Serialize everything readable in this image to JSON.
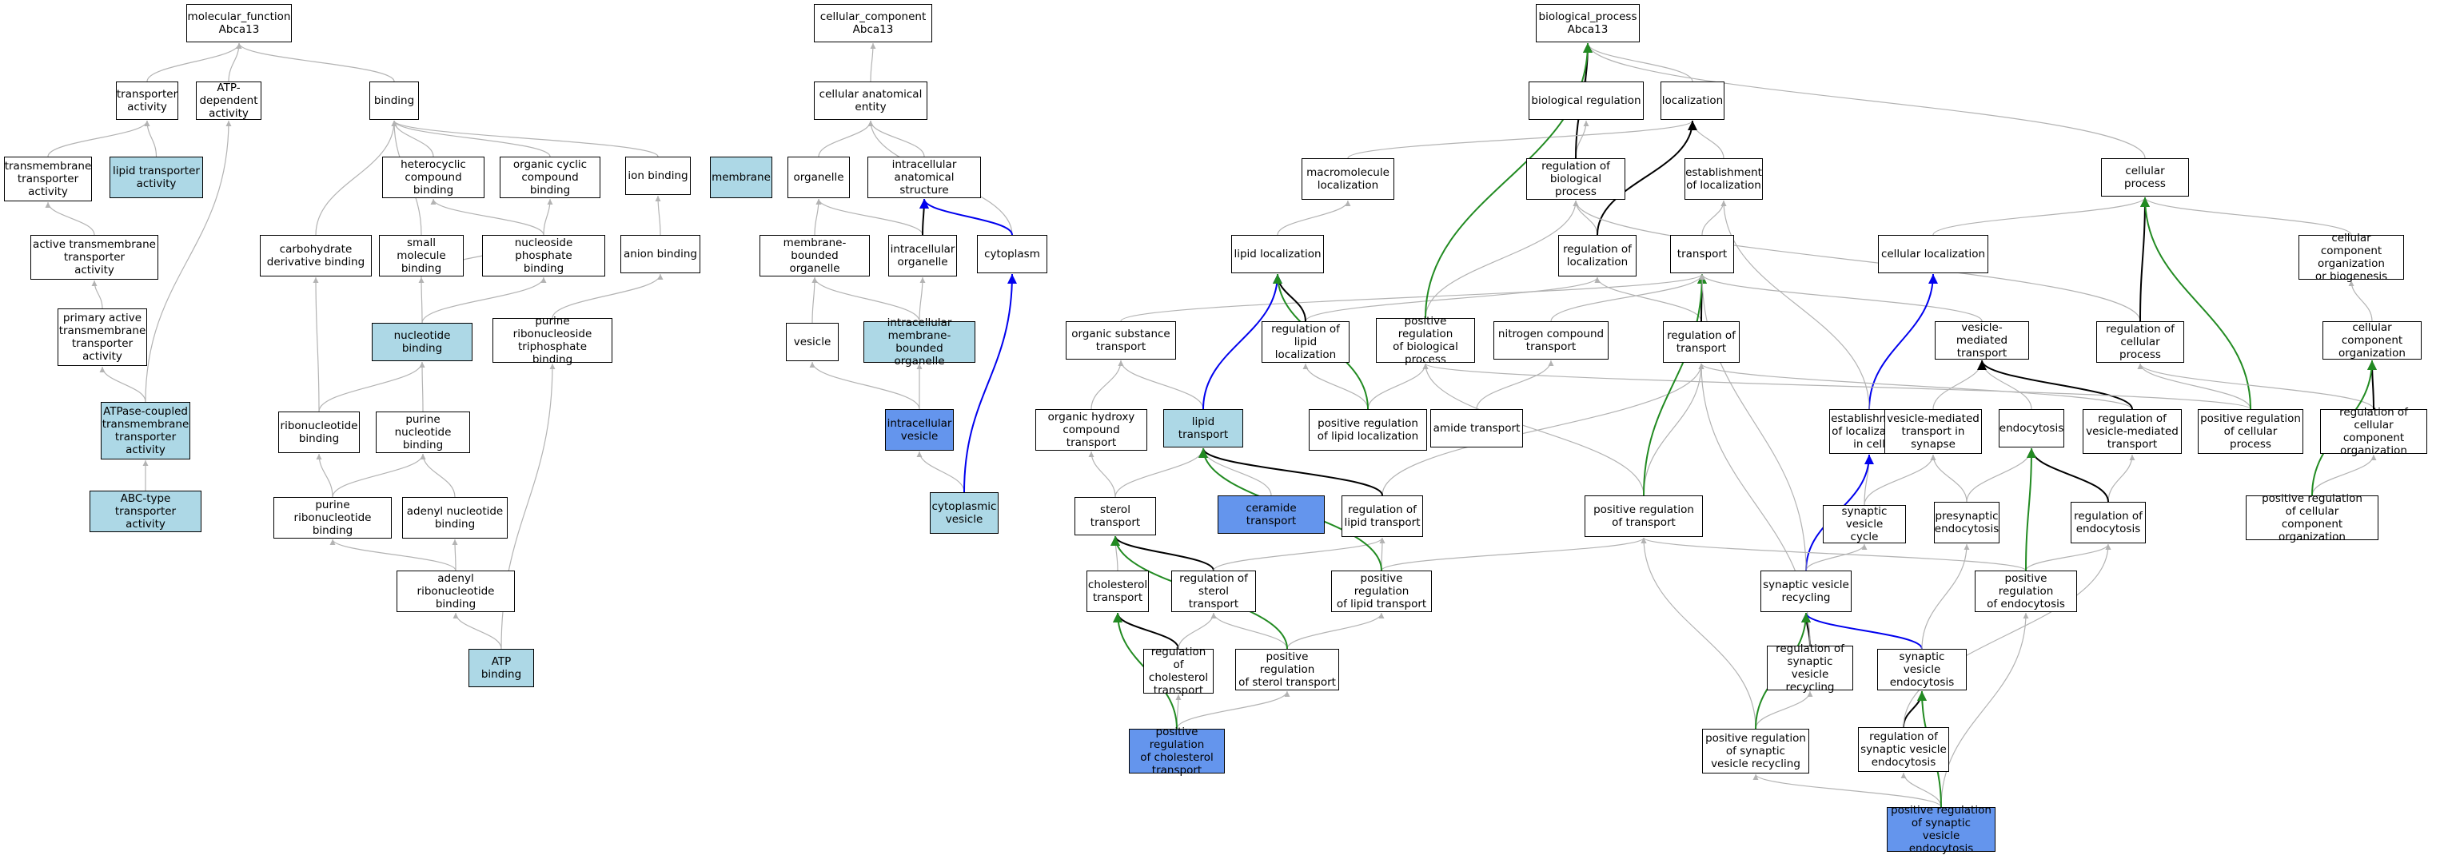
{
  "colors": {
    "plain": "#ffffff",
    "light": "#add8e6",
    "highlight": "#6495ed",
    "is_a_edge": "#b3b3b3",
    "part_of_edge": "#000000",
    "regulates_edge": "#000000",
    "positively_regulates_edge": "#228b22",
    "occurs_in_edge": "#0000ee"
  },
  "nodes": [
    {
      "id": "mf",
      "label": "molecular_function\nAbca13",
      "style": "plain"
    },
    {
      "id": "trans_act",
      "label": "transporter\nactivity",
      "style": "plain"
    },
    {
      "id": "atp_dep",
      "label": "ATP-dependent\nactivity",
      "style": "plain"
    },
    {
      "id": "binding",
      "label": "binding",
      "style": "plain"
    },
    {
      "id": "tm_trans",
      "label": "transmembrane\ntransporter\nactivity",
      "style": "plain"
    },
    {
      "id": "lipid_trans_act",
      "label": "lipid transporter\nactivity",
      "style": "light"
    },
    {
      "id": "hetero",
      "label": "heterocyclic\ncompound binding",
      "style": "plain"
    },
    {
      "id": "organic_cyc",
      "label": "organic cyclic\ncompound binding",
      "style": "plain"
    },
    {
      "id": "ion_binding",
      "label": "ion binding",
      "style": "plain"
    },
    {
      "id": "active_tm",
      "label": "active transmembrane\ntransporter\nactivity",
      "style": "plain"
    },
    {
      "id": "carb",
      "label": "carbohydrate\nderivative binding",
      "style": "plain"
    },
    {
      "id": "small_mol",
      "label": "small molecule\nbinding",
      "style": "plain"
    },
    {
      "id": "nuc_phos",
      "label": "nucleoside phosphate\nbinding",
      "style": "plain"
    },
    {
      "id": "anion",
      "label": "anion binding",
      "style": "plain"
    },
    {
      "id": "primary_active",
      "label": "primary active\ntransmembrane\ntransporter\nactivity",
      "style": "plain"
    },
    {
      "id": "nucleotide",
      "label": "nucleotide binding",
      "style": "light"
    },
    {
      "id": "purine_rtp",
      "label": "purine ribonucleoside\ntriphosphate\nbinding",
      "style": "plain"
    },
    {
      "id": "atpase_coupled",
      "label": "ATPase-coupled\ntransmembrane\ntransporter\nactivity",
      "style": "light"
    },
    {
      "id": "ribonucleotide",
      "label": "ribonucleotide\nbinding",
      "style": "plain"
    },
    {
      "id": "purine_nuc",
      "label": "purine nucleotide\nbinding",
      "style": "plain"
    },
    {
      "id": "abc",
      "label": "ABC-type transporter\nactivity",
      "style": "light"
    },
    {
      "id": "purine_ribo",
      "label": "purine ribonucleotide\nbinding",
      "style": "plain"
    },
    {
      "id": "adenyl_nuc",
      "label": "adenyl nucleotide\nbinding",
      "style": "plain"
    },
    {
      "id": "adenyl_ribo",
      "label": "adenyl ribonucleotide\nbinding",
      "style": "plain"
    },
    {
      "id": "atp_binding",
      "label": "ATP binding",
      "style": "light"
    },
    {
      "id": "cc",
      "label": "cellular_component\nAbca13",
      "style": "plain"
    },
    {
      "id": "cae",
      "label": "cellular anatomical\nentity",
      "style": "plain"
    },
    {
      "id": "membrane",
      "label": "membrane",
      "style": "light"
    },
    {
      "id": "organelle",
      "label": "organelle",
      "style": "plain"
    },
    {
      "id": "ias",
      "label": "intracellular\nanatomical structure",
      "style": "plain"
    },
    {
      "id": "mbo",
      "label": "membrane-bounded\norganelle",
      "style": "plain"
    },
    {
      "id": "intra_org",
      "label": "intracellular\norganelle",
      "style": "plain"
    },
    {
      "id": "cytoplasm",
      "label": "cytoplasm",
      "style": "plain"
    },
    {
      "id": "vesicle",
      "label": "vesicle",
      "style": "plain"
    },
    {
      "id": "imbo",
      "label": "intracellular\nmembrane-bounded\norganelle",
      "style": "light"
    },
    {
      "id": "intra_ves",
      "label": "intracellular\nvesicle",
      "style": "blue"
    },
    {
      "id": "cyto_ves",
      "label": "cytoplasmic\nvesicle",
      "style": "light"
    },
    {
      "id": "bp",
      "label": "biological_process\nAbca13",
      "style": "plain"
    },
    {
      "id": "bio_reg",
      "label": "biological regulation",
      "style": "plain"
    },
    {
      "id": "localization",
      "label": "localization",
      "style": "plain"
    },
    {
      "id": "macro_loc",
      "label": "macromolecule\nlocalization",
      "style": "plain"
    },
    {
      "id": "reg_bp",
      "label": "regulation of\nbiological process",
      "style": "plain"
    },
    {
      "id": "est_loc",
      "label": "establishment\nof localization",
      "style": "plain"
    },
    {
      "id": "cell_proc",
      "label": "cellular process",
      "style": "plain"
    },
    {
      "id": "lipid_loc",
      "label": "lipid localization",
      "style": "plain"
    },
    {
      "id": "reg_loc",
      "label": "regulation of\nlocalization",
      "style": "plain"
    },
    {
      "id": "transport",
      "label": "transport",
      "style": "plain"
    },
    {
      "id": "cell_loc",
      "label": "cellular localization",
      "style": "plain"
    },
    {
      "id": "ccob",
      "label": "cellular component\norganization\nor biogenesis",
      "style": "plain"
    },
    {
      "id": "org_sub",
      "label": "organic substance\ntransport",
      "style": "plain"
    },
    {
      "id": "reg_lipid_loc",
      "label": "regulation of\nlipid localization",
      "style": "plain"
    },
    {
      "id": "pos_reg_bp",
      "label": "positive regulation\nof biological\nprocess",
      "style": "plain"
    },
    {
      "id": "nitrogen",
      "label": "nitrogen compound\ntransport",
      "style": "plain"
    },
    {
      "id": "reg_transport",
      "label": "regulation of\ntransport",
      "style": "plain"
    },
    {
      "id": "ves_med",
      "label": "vesicle-mediated\ntransport",
      "style": "plain"
    },
    {
      "id": "reg_cell_proc",
      "label": "regulation of\ncellular process",
      "style": "plain"
    },
    {
      "id": "cco",
      "label": "cellular component\norganization",
      "style": "plain"
    },
    {
      "id": "org_hydroxy",
      "label": "organic hydroxy\ncompound transport",
      "style": "plain"
    },
    {
      "id": "lipid_transport",
      "label": "lipid transport",
      "style": "light"
    },
    {
      "id": "pos_reg_lipid_loc",
      "label": "positive regulation\nof lipid localization",
      "style": "plain"
    },
    {
      "id": "amide",
      "label": "amide transport",
      "style": "plain"
    },
    {
      "id": "est_loc_cell",
      "label": "establishment\nof localization\nin cell",
      "style": "plain"
    },
    {
      "id": "ves_syn",
      "label": "vesicle-mediated\ntransport in\nsynapse",
      "style": "plain"
    },
    {
      "id": "endocytosis",
      "label": "endocytosis",
      "style": "plain"
    },
    {
      "id": "reg_ves_med",
      "label": "regulation of\nvesicle-mediated\ntransport",
      "style": "plain"
    },
    {
      "id": "pos_reg_cell_proc",
      "label": "positive regulation\nof cellular\nprocess",
      "style": "plain"
    },
    {
      "id": "reg_cco",
      "label": "regulation of\ncellular component\norganization",
      "style": "plain"
    },
    {
      "id": "sterol_transport",
      "label": "sterol transport",
      "style": "plain"
    },
    {
      "id": "ceramide",
      "label": "ceramide transport",
      "style": "blue"
    },
    {
      "id": "reg_lipid_transport",
      "label": "regulation of\nlipid transport",
      "style": "plain"
    },
    {
      "id": "pos_reg_transport",
      "label": "positive regulation\nof transport",
      "style": "plain"
    },
    {
      "id": "syn_ves_cycle",
      "label": "synaptic vesicle\ncycle",
      "style": "plain"
    },
    {
      "id": "presyn_endo",
      "label": "presynaptic\nendocytosis",
      "style": "plain"
    },
    {
      "id": "reg_endo",
      "label": "regulation of\nendocytosis",
      "style": "plain"
    },
    {
      "id": "pos_reg_cco",
      "label": "positive regulation\nof cellular\ncomponent organization",
      "style": "plain"
    },
    {
      "id": "cholesterol",
      "label": "cholesterol\ntransport",
      "style": "plain"
    },
    {
      "id": "reg_sterol",
      "label": "regulation of\nsterol transport",
      "style": "plain"
    },
    {
      "id": "pos_reg_lipid_transport",
      "label": "positive regulation\nof lipid transport",
      "style": "plain"
    },
    {
      "id": "syn_ves_recycling",
      "label": "synaptic vesicle\nrecycling",
      "style": "plain"
    },
    {
      "id": "pos_reg_endo",
      "label": "positive regulation\nof endocytosis",
      "style": "plain"
    },
    {
      "id": "reg_chol",
      "label": "regulation of\ncholesterol\ntransport",
      "style": "plain"
    },
    {
      "id": "pos_reg_sterol",
      "label": "positive regulation\nof sterol transport",
      "style": "plain"
    },
    {
      "id": "reg_svr",
      "label": "regulation of\nsynaptic vesicle\nrecycling",
      "style": "plain"
    },
    {
      "id": "sve",
      "label": "synaptic vesicle\nendocytosis",
      "style": "plain"
    },
    {
      "id": "pos_reg_chol",
      "label": "positive regulation\nof cholesterol\ntransport",
      "style": "blue"
    },
    {
      "id": "pos_reg_svr",
      "label": "positive regulation\nof synaptic\nvesicle recycling",
      "style": "plain"
    },
    {
      "id": "reg_sve",
      "label": "regulation of\nsynaptic vesicle\nendocytosis",
      "style": "plain"
    },
    {
      "id": "pos_reg_sve",
      "label": "positive regulation\nof synaptic\nvesicle endocytosis",
      "style": "blue"
    }
  ],
  "edges": [
    [
      "trans_act",
      "mf",
      "is_a"
    ],
    [
      "atp_dep",
      "mf",
      "is_a"
    ],
    [
      "binding",
      "mf",
      "is_a"
    ],
    [
      "tm_trans",
      "trans_act",
      "is_a"
    ],
    [
      "lipid_trans_act",
      "trans_act",
      "is_a"
    ],
    [
      "active_tm",
      "tm_trans",
      "is_a"
    ],
    [
      "primary_active",
      "active_tm",
      "is_a"
    ],
    [
      "atpase_coupled",
      "primary_active",
      "is_a"
    ],
    [
      "atpase_coupled",
      "atp_dep",
      "is_a"
    ],
    [
      "abc",
      "atpase_coupled",
      "is_a"
    ],
    [
      "hetero",
      "binding",
      "is_a"
    ],
    [
      "organic_cyc",
      "binding",
      "is_a"
    ],
    [
      "ion_binding",
      "binding",
      "is_a"
    ],
    [
      "carb",
      "binding",
      "is_a"
    ],
    [
      "small_mol",
      "binding",
      "is_a"
    ],
    [
      "nuc_phos",
      "hetero",
      "is_a"
    ],
    [
      "nuc_phos",
      "organic_cyc",
      "is_a"
    ],
    [
      "nuc_phos",
      "small_mol",
      "is_a"
    ],
    [
      "anion",
      "ion_binding",
      "is_a"
    ],
    [
      "nucleotide",
      "nuc_phos",
      "is_a"
    ],
    [
      "nucleotide",
      "small_mol",
      "is_a"
    ],
    [
      "purine_rtp",
      "anion",
      "is_a"
    ],
    [
      "ribonucleotide",
      "carb",
      "is_a"
    ],
    [
      "ribonucleotide",
      "nucleotide",
      "is_a"
    ],
    [
      "purine_nuc",
      "nucleotide",
      "is_a"
    ],
    [
      "purine_ribo",
      "ribonucleotide",
      "is_a"
    ],
    [
      "purine_ribo",
      "purine_nuc",
      "is_a"
    ],
    [
      "adenyl_nuc",
      "purine_nuc",
      "is_a"
    ],
    [
      "adenyl_ribo",
      "purine_ribo",
      "is_a"
    ],
    [
      "adenyl_ribo",
      "adenyl_nuc",
      "is_a"
    ],
    [
      "atp_binding",
      "adenyl_ribo",
      "is_a"
    ],
    [
      "atp_binding",
      "purine_rtp",
      "is_a"
    ],
    [
      "cae",
      "cc",
      "is_a"
    ],
    [
      "organelle",
      "cae",
      "is_a"
    ],
    [
      "ias",
      "cae",
      "is_a"
    ],
    [
      "cytoplasm",
      "cae",
      "is_a"
    ],
    [
      "mbo",
      "organelle",
      "is_a"
    ],
    [
      "intra_org",
      "organelle",
      "is_a"
    ],
    [
      "intra_org",
      "ias",
      "part_of"
    ],
    [
      "cytoplasm",
      "ias",
      "occurs_in"
    ],
    [
      "vesicle",
      "mbo",
      "is_a"
    ],
    [
      "imbo",
      "mbo",
      "is_a"
    ],
    [
      "imbo",
      "intra_org",
      "is_a"
    ],
    [
      "intra_ves",
      "vesicle",
      "is_a"
    ],
    [
      "intra_ves",
      "imbo",
      "is_a"
    ],
    [
      "cyto_ves",
      "intra_ves",
      "is_a"
    ],
    [
      "cyto_ves",
      "cytoplasm",
      "occurs_in"
    ],
    [
      "bio_reg",
      "bp",
      "is_a"
    ],
    [
      "localization",
      "bp",
      "is_a"
    ],
    [
      "cell_proc",
      "bp",
      "is_a"
    ],
    [
      "reg_bp",
      "bio_reg",
      "is_a"
    ],
    [
      "reg_bp",
      "bp",
      "regulates"
    ],
    [
      "macro_loc",
      "localization",
      "is_a"
    ],
    [
      "est_loc",
      "localization",
      "is_a"
    ],
    [
      "lipid_loc",
      "macro_loc",
      "is_a"
    ],
    [
      "reg_loc",
      "reg_bp",
      "is_a"
    ],
    [
      "reg_loc",
      "localization",
      "regulates"
    ],
    [
      "transport",
      "est_loc",
      "is_a"
    ],
    [
      "cell_loc",
      "cell_proc",
      "is_a"
    ],
    [
      "ccob",
      "cell_proc",
      "is_a"
    ],
    [
      "org_sub",
      "transport",
      "is_a"
    ],
    [
      "reg_lipid_loc",
      "reg_loc",
      "is_a"
    ],
    [
      "reg_lipid_loc",
      "lipid_loc",
      "regulates"
    ],
    [
      "pos_reg_bp",
      "reg_bp",
      "is_a"
    ],
    [
      "pos_reg_bp",
      "bp",
      "pos_reg"
    ],
    [
      "nitrogen",
      "transport",
      "is_a"
    ],
    [
      "reg_transport",
      "reg_loc",
      "is_a"
    ],
    [
      "reg_transport",
      "transport",
      "regulates"
    ],
    [
      "ves_med",
      "transport",
      "is_a"
    ],
    [
      "reg_cell_proc",
      "reg_bp",
      "is_a"
    ],
    [
      "reg_cell_proc",
      "cell_proc",
      "regulates"
    ],
    [
      "cco",
      "ccob",
      "is_a"
    ],
    [
      "org_hydroxy",
      "org_sub",
      "is_a"
    ],
    [
      "lipid_transport",
      "org_sub",
      "is_a"
    ],
    [
      "lipid_transport",
      "lipid_loc",
      "occurs_in"
    ],
    [
      "pos_reg_lipid_loc",
      "reg_lipid_loc",
      "is_a"
    ],
    [
      "pos_reg_lipid_loc",
      "pos_reg_bp",
      "is_a"
    ],
    [
      "pos_reg_lipid_loc",
      "lipid_loc",
      "pos_reg"
    ],
    [
      "amide",
      "nitrogen",
      "is_a"
    ],
    [
      "est_loc_cell",
      "cell_loc",
      "occurs_in"
    ],
    [
      "est_loc_cell",
      "est_loc",
      "is_a"
    ],
    [
      "ves_syn",
      "ves_med",
      "is_a"
    ],
    [
      "endocytosis",
      "ves_med",
      "is_a"
    ],
    [
      "reg_ves_med",
      "reg_transport",
      "is_a"
    ],
    [
      "reg_ves_med",
      "ves_med",
      "regulates"
    ],
    [
      "pos_reg_cell_proc",
      "reg_cell_proc",
      "is_a"
    ],
    [
      "pos_reg_cell_proc",
      "pos_reg_bp",
      "is_a"
    ],
    [
      "pos_reg_cell_proc",
      "cell_proc",
      "pos_reg"
    ],
    [
      "reg_cco",
      "reg_cell_proc",
      "is_a"
    ],
    [
      "reg_cco",
      "cco",
      "regulates"
    ],
    [
      "sterol_transport",
      "org_hydroxy",
      "is_a"
    ],
    [
      "sterol_transport",
      "lipid_transport",
      "is_a"
    ],
    [
      "ceramide",
      "lipid_transport",
      "is_a"
    ],
    [
      "reg_lipid_transport",
      "reg_transport",
      "is_a"
    ],
    [
      "reg_lipid_transport",
      "lipid_transport",
      "regulates"
    ],
    [
      "pos_reg_transport",
      "reg_transport",
      "is_a"
    ],
    [
      "pos_reg_transport",
      "pos_reg_bp",
      "is_a"
    ],
    [
      "pos_reg_transport",
      "transport",
      "pos_reg"
    ],
    [
      "syn_ves_cycle",
      "ves_syn",
      "is_a"
    ],
    [
      "syn_ves_cycle",
      "est_loc_cell",
      "is_a"
    ],
    [
      "presyn_endo",
      "ves_syn",
      "is_a"
    ],
    [
      "presyn_endo",
      "endocytosis",
      "is_a"
    ],
    [
      "reg_endo",
      "reg_ves_med",
      "is_a"
    ],
    [
      "reg_endo",
      "endocytosis",
      "regulates"
    ],
    [
      "pos_reg_cco",
      "reg_cco",
      "is_a"
    ],
    [
      "pos_reg_cco",
      "cco",
      "pos_reg"
    ],
    [
      "cholesterol",
      "sterol_transport",
      "is_a"
    ],
    [
      "reg_sterol",
      "sterol_transport",
      "regulates"
    ],
    [
      "reg_sterol",
      "reg_lipid_transport",
      "is_a"
    ],
    [
      "pos_reg_lipid_transport",
      "reg_lipid_transport",
      "is_a"
    ],
    [
      "pos_reg_lipid_transport",
      "pos_reg_transport",
      "is_a"
    ],
    [
      "pos_reg_lipid_transport",
      "lipid_transport",
      "pos_reg"
    ],
    [
      "syn_ves_recycling",
      "syn_ves_cycle",
      "is_a"
    ],
    [
      "syn_ves_recycling",
      "est_loc_cell",
      "occurs_in"
    ],
    [
      "syn_ves_recycling",
      "transport",
      "is_a"
    ],
    [
      "pos_reg_endo",
      "reg_endo",
      "is_a"
    ],
    [
      "pos_reg_endo",
      "pos_reg_transport",
      "is_a"
    ],
    [
      "pos_reg_endo",
      "endocytosis",
      "pos_reg"
    ],
    [
      "reg_chol",
      "cholesterol",
      "regulates"
    ],
    [
      "reg_chol",
      "reg_sterol",
      "is_a"
    ],
    [
      "pos_reg_sterol",
      "reg_sterol",
      "is_a"
    ],
    [
      "pos_reg_sterol",
      "pos_reg_lipid_transport",
      "is_a"
    ],
    [
      "pos_reg_sterol",
      "sterol_transport",
      "pos_reg"
    ],
    [
      "reg_svr",
      "syn_ves_recycling",
      "regulates"
    ],
    [
      "reg_svr",
      "reg_transport",
      "is_a"
    ],
    [
      "sve",
      "syn_ves_recycling",
      "occurs_in"
    ],
    [
      "sve",
      "presyn_endo",
      "is_a"
    ],
    [
      "pos_reg_chol",
      "reg_chol",
      "is_a"
    ],
    [
      "pos_reg_chol",
      "pos_reg_sterol",
      "is_a"
    ],
    [
      "pos_reg_chol",
      "cholesterol",
      "pos_reg"
    ],
    [
      "pos_reg_svr",
      "reg_svr",
      "is_a"
    ],
    [
      "pos_reg_svr",
      "pos_reg_transport",
      "is_a"
    ],
    [
      "pos_reg_svr",
      "syn_ves_recycling",
      "pos_reg"
    ],
    [
      "reg_sve",
      "sve",
      "regulates"
    ],
    [
      "reg_sve",
      "reg_endo",
      "is_a"
    ],
    [
      "pos_reg_sve",
      "reg_sve",
      "is_a"
    ],
    [
      "pos_reg_sve",
      "pos_reg_svr",
      "is_a"
    ],
    [
      "pos_reg_sve",
      "pos_reg_endo",
      "is_a"
    ],
    [
      "pos_reg_sve",
      "sve",
      "pos_reg"
    ]
  ]
}
